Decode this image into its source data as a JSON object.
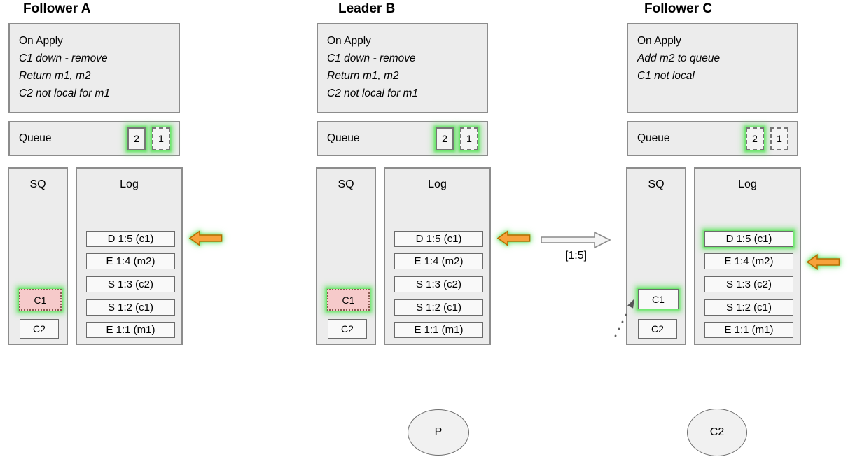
{
  "nodes": [
    {
      "title": "Follower A",
      "on_apply": {
        "header": "On Apply",
        "lines": [
          "C1 down - remove",
          "Return m1, m2",
          "C2 not local for m1"
        ]
      },
      "queue": {
        "label": "Queue",
        "items": [
          {
            "value": "2",
            "border": "solid",
            "highlight": true
          },
          {
            "value": "1",
            "border": "dashed",
            "highlight": true
          }
        ]
      },
      "sq": {
        "label": "SQ",
        "items": [
          {
            "value": "C1",
            "style": "pink-dotted",
            "highlight": true
          },
          {
            "value": "C2",
            "style": "solid",
            "highlight": false
          }
        ]
      },
      "log": {
        "label": "Log",
        "entries": [
          {
            "text": "D 1:5 (c1)",
            "highlight": false
          },
          {
            "text": "E 1:4 (m2)",
            "highlight": false
          },
          {
            "text": "S 1:3 (c2)",
            "highlight": false
          },
          {
            "text": "S 1:2 (c1)",
            "highlight": false
          },
          {
            "text": "E 1:1 (m1)",
            "highlight": false
          }
        ]
      },
      "apply_arrow": {
        "direction": "left",
        "points_at": "D 1:5 (c1)",
        "highlight": true
      }
    },
    {
      "title": "Leader B",
      "on_apply": {
        "header": "On Apply",
        "lines": [
          "C1 down - remove",
          "Return m1, m2",
          "C2 not local for m1"
        ]
      },
      "queue": {
        "label": "Queue",
        "items": [
          {
            "value": "2",
            "border": "solid",
            "highlight": true
          },
          {
            "value": "1",
            "border": "dashed",
            "highlight": true
          }
        ]
      },
      "sq": {
        "label": "SQ",
        "items": [
          {
            "value": "C1",
            "style": "pink-dotted",
            "highlight": true
          },
          {
            "value": "C2",
            "style": "solid",
            "highlight": false
          }
        ]
      },
      "log": {
        "label": "Log",
        "entries": [
          {
            "text": "D 1:5 (c1)",
            "highlight": false
          },
          {
            "text": "E 1:4 (m2)",
            "highlight": false
          },
          {
            "text": "S 1:3 (c2)",
            "highlight": false
          },
          {
            "text": "S 1:2 (c1)",
            "highlight": false
          },
          {
            "text": "E 1:1 (m1)",
            "highlight": false
          }
        ]
      },
      "apply_arrow": {
        "direction": "left",
        "points_at": "D 1:5 (c1)",
        "highlight": true
      }
    },
    {
      "title": "Follower C",
      "on_apply": {
        "header": "On Apply",
        "lines": [
          "Add m2 to queue",
          "C1 not local"
        ]
      },
      "queue": {
        "label": "Queue",
        "items": [
          {
            "value": "2",
            "border": "dashed",
            "highlight": true
          },
          {
            "value": "1",
            "border": "dashed",
            "highlight": false
          }
        ]
      },
      "sq": {
        "label": "SQ",
        "items": [
          {
            "value": "C1",
            "style": "solid",
            "highlight": true,
            "incoming_dotted_arrow": true
          },
          {
            "value": "C2",
            "style": "solid",
            "highlight": false
          }
        ]
      },
      "log": {
        "label": "Log",
        "entries": [
          {
            "text": "D 1:5 (c1)",
            "highlight": true
          },
          {
            "text": "E 1:4 (m2)",
            "highlight": false
          },
          {
            "text": "S 1:3 (c2)",
            "highlight": false
          },
          {
            "text": "S 1:2 (c1)",
            "highlight": false
          },
          {
            "text": "E 1:1 (m1)",
            "highlight": false
          }
        ]
      },
      "apply_arrow": {
        "direction": "left",
        "points_at": "E 1:4 (m2)",
        "highlight": true
      }
    }
  ],
  "replication_arrow": {
    "label": "[1:5]",
    "from": "Leader B",
    "to": "Follower C",
    "direction": "right"
  },
  "actors": [
    {
      "label": "P"
    },
    {
      "label": "C2"
    }
  ],
  "colors": {
    "panel_fill": "#ececec",
    "panel_border": "#8c8c8c",
    "highlight_glow": "#63e463",
    "orange_arrow_fill": "#f7a23b",
    "orange_arrow_border": "#b36d00",
    "pink_fill": "#f6caca",
    "replication_arrow_fill": "#f4f4f4"
  }
}
